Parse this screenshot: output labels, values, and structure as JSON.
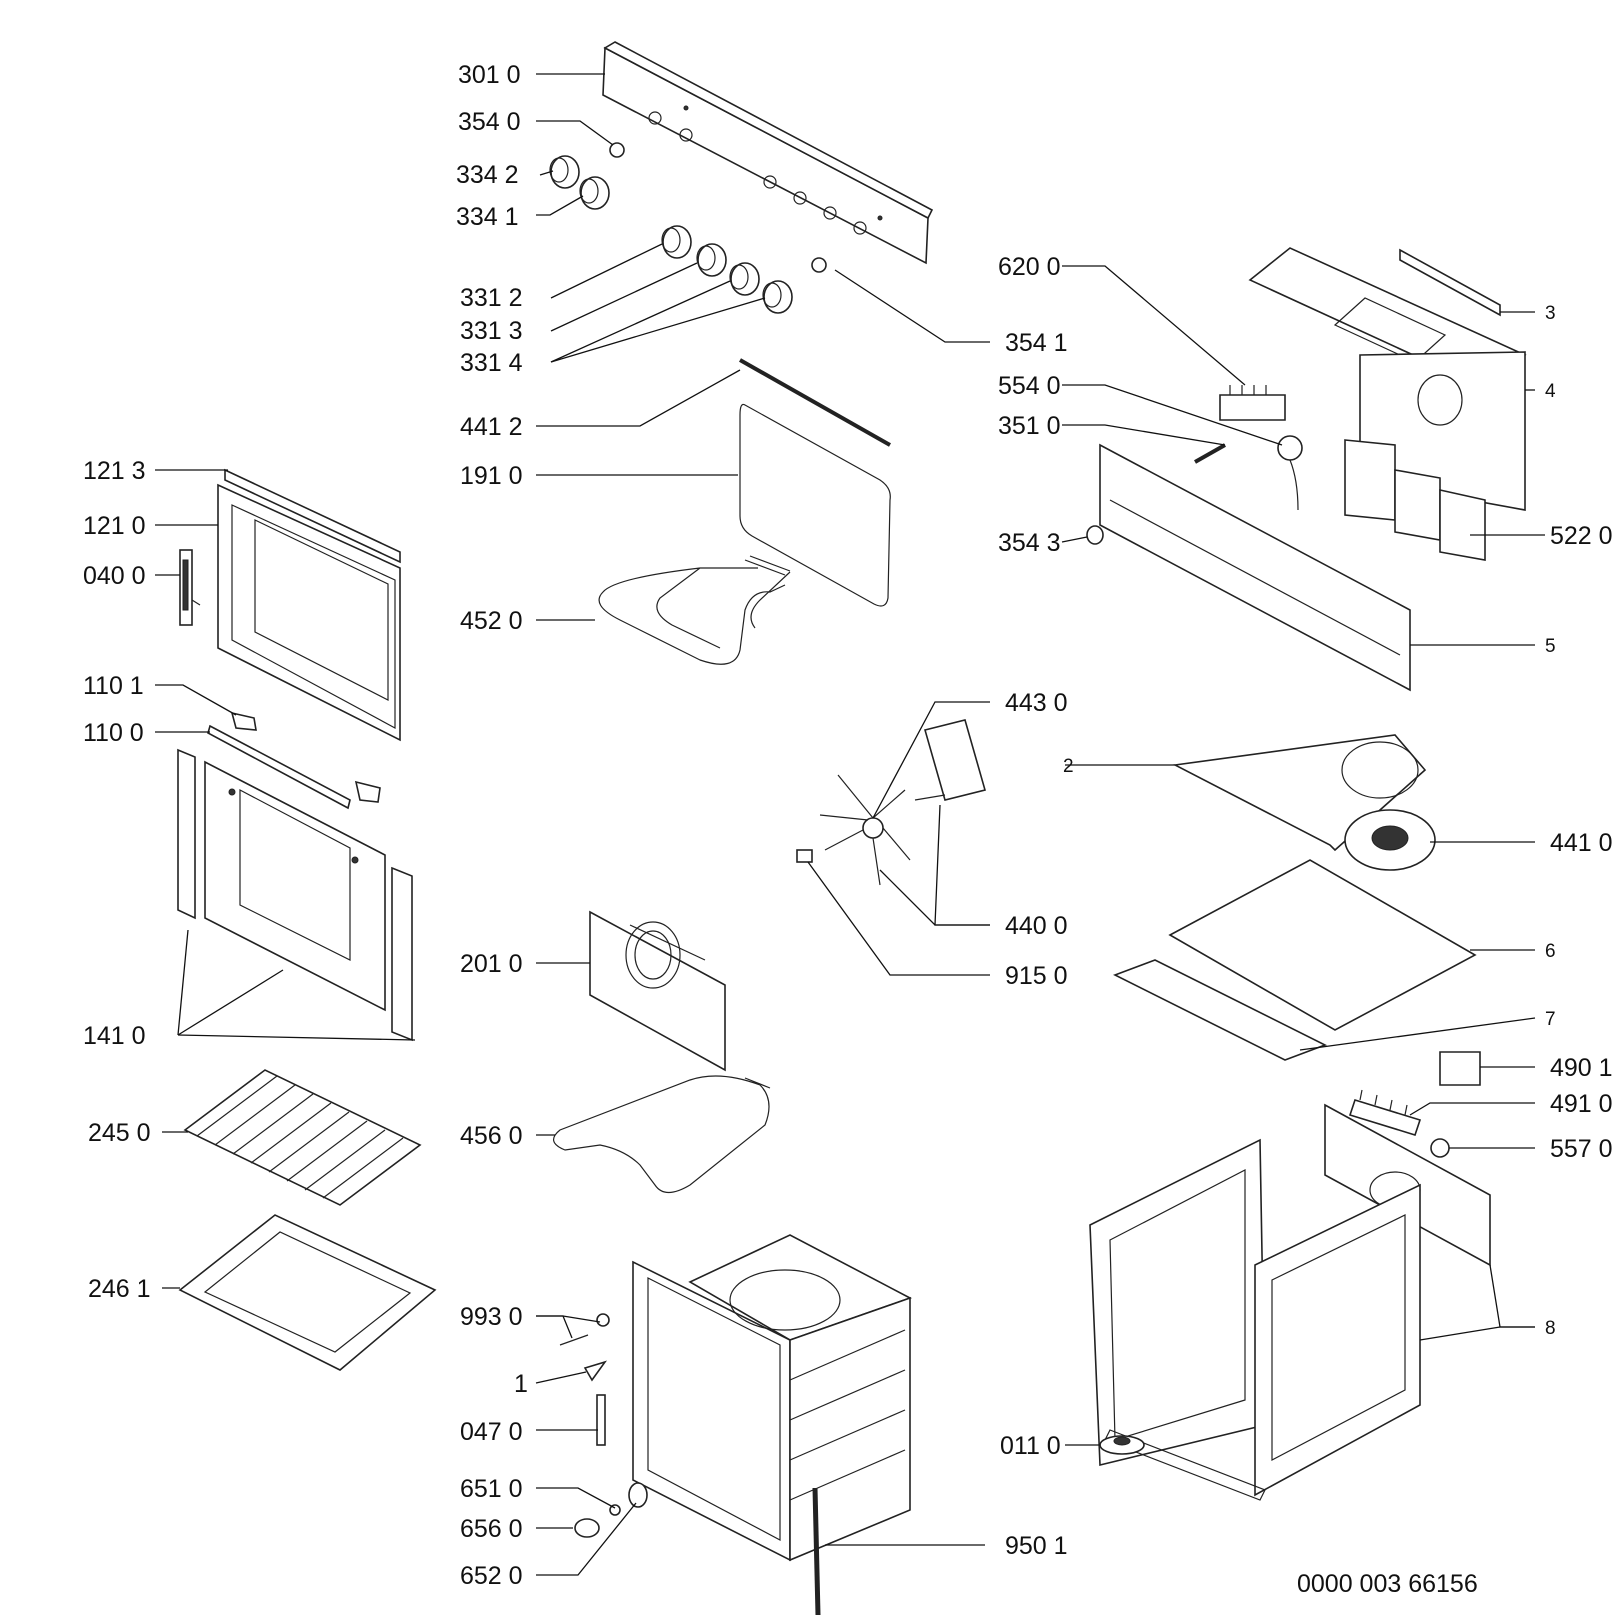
{
  "diagram": {
    "drawing_number": "0000 003 66156",
    "labels": {
      "p3010": "301 0",
      "p3540": "354 0",
      "p3342": "334 2",
      "p3341": "334 1",
      "p3312": "331 2",
      "p3313": "331 3",
      "p3314": "331 4",
      "p4412": "441 2",
      "p1910": "191 0",
      "p4520": "452 0",
      "p1213": "121 3",
      "p1210": "121 0",
      "p0400": "040 0",
      "p1101": "110 1",
      "p1100": "110 0",
      "p1410": "141 0",
      "p2450": "245 0",
      "p2461": "246 1",
      "p2010": "201 0",
      "p4560": "456 0",
      "p9930": "993 0",
      "p1": "1",
      "p0470": "047 0",
      "p6510": "651 0",
      "p6560": "656 0",
      "p6520": "652 0",
      "p9501": "950 1",
      "p4430": "443 0",
      "p4400": "440 0",
      "p9150": "915 0",
      "p6200": "620 0",
      "p5540": "554 0",
      "p3510": "351 0",
      "p3543": "354 3",
      "p3541": "354 1",
      "p5220": "522 0",
      "p3": "3",
      "p4": "4",
      "p5": "5",
      "p2": "2",
      "p4410": "441 0",
      "p6": "6",
      "p7": "7",
      "p4901": "490 1",
      "p4910": "491 0",
      "p5570": "557 0",
      "p8": "8",
      "p0110": "011 0"
    }
  }
}
